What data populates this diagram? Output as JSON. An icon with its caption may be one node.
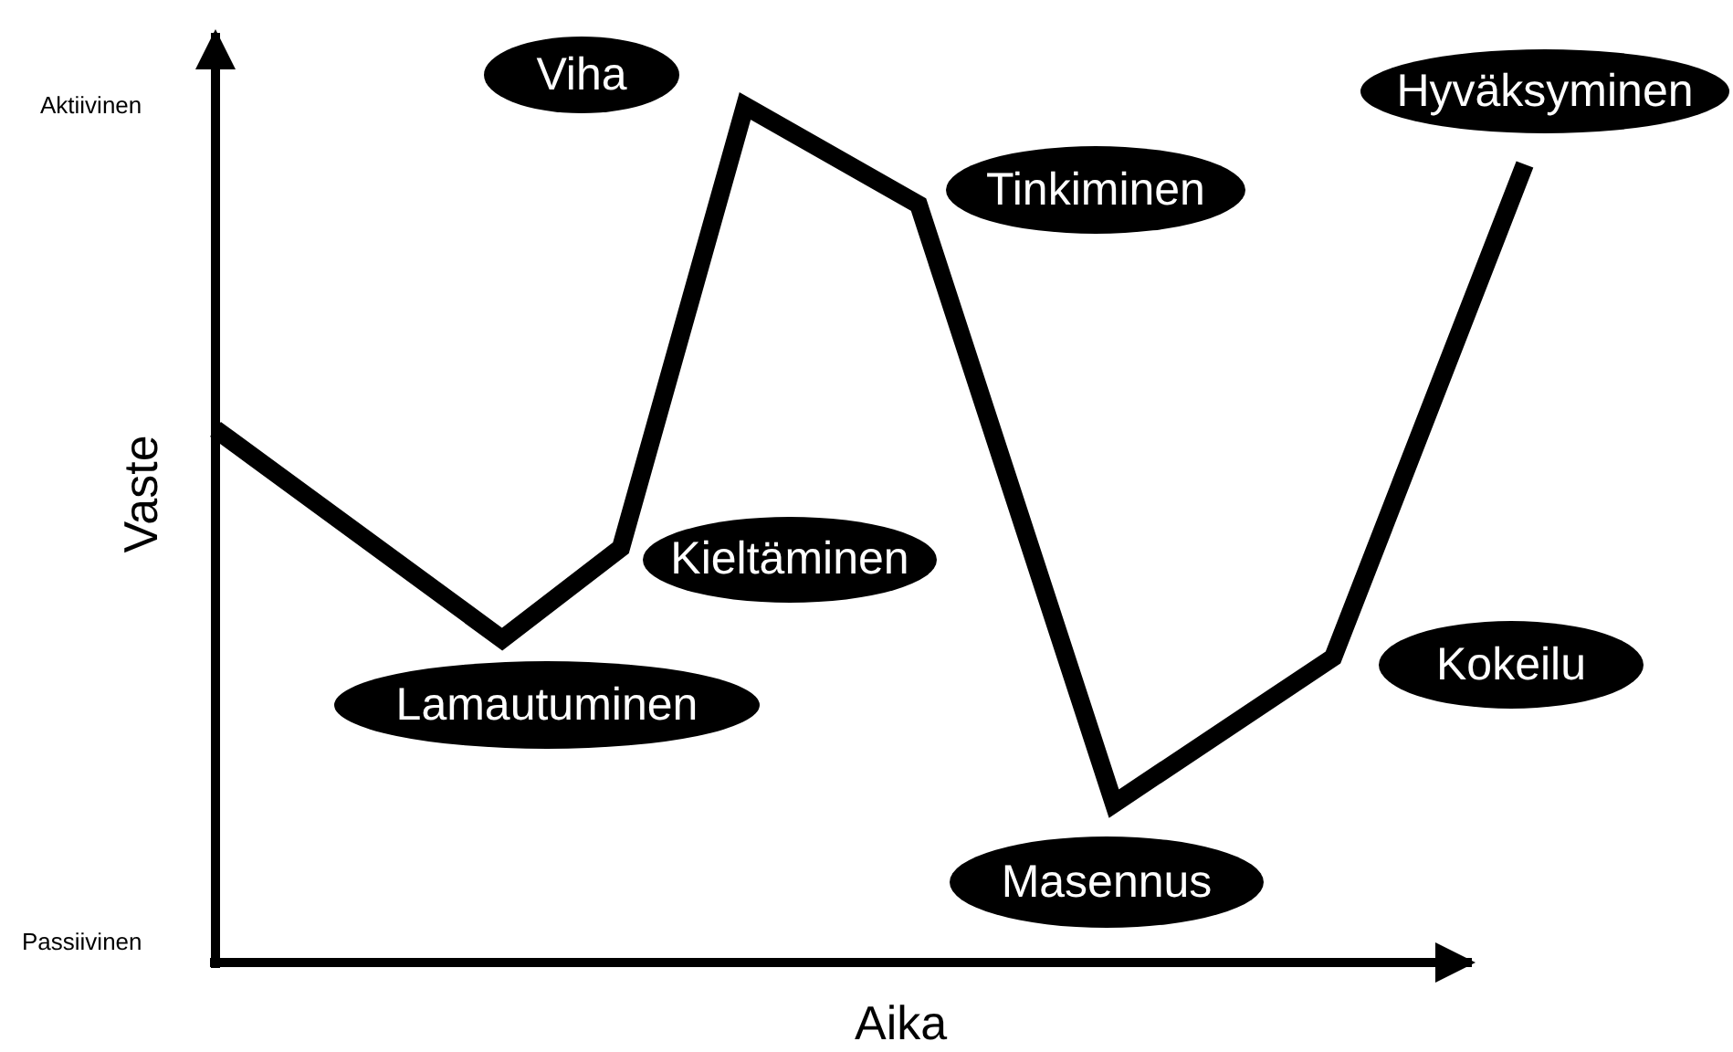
{
  "diagram": {
    "nodes": [
      {
        "text": [
          "Viha"
        ]
      },
      {
        "text": [
          "Hyväksyminen"
        ]
      },
      {
        "text": [
          "Tinkiminen"
        ]
      },
      {
        "text": [
          "Kieltäminen"
        ]
      },
      {
        "text": [
          "Kokeilu"
        ]
      },
      {
        "text": [
          "Lamautuminen"
        ]
      },
      {
        "text": [
          "Masennus"
        ]
      }
    ],
    "edges": [],
    "labels": [
      "Aktiivinen",
      "Vaste",
      "Passiivinen",
      "Aika"
    ]
  }
}
